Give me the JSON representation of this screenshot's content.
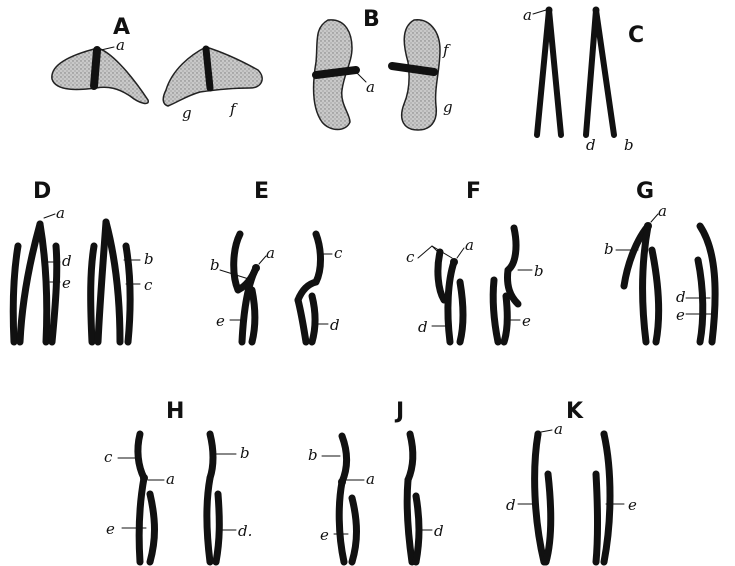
{
  "panels": [
    {
      "id": "A",
      "labels": [
        "a",
        "g",
        "f"
      ]
    },
    {
      "id": "B",
      "labels": [
        "a",
        "f",
        "g"
      ]
    },
    {
      "id": "C",
      "labels": [
        "a",
        "d",
        "b"
      ]
    },
    {
      "id": "D",
      "labels": [
        "a",
        "d",
        "e",
        "b",
        "c"
      ]
    },
    {
      "id": "E",
      "labels": [
        "a",
        "b",
        "c",
        "e",
        "d"
      ]
    },
    {
      "id": "F",
      "labels": [
        "a",
        "c",
        "b",
        "d",
        "e"
      ]
    },
    {
      "id": "G",
      "labels": [
        "a",
        "b",
        "d",
        "e"
      ]
    },
    {
      "id": "H",
      "labels": [
        "c",
        "a",
        "b",
        "e",
        "d."
      ]
    },
    {
      "id": "J",
      "labels": [
        "b",
        "a",
        "e",
        "d"
      ]
    },
    {
      "id": "K",
      "labels": [
        "a",
        "d",
        "e"
      ]
    }
  ],
  "colors": {
    "ink": "#111111",
    "stipple": "#b3b3b3"
  }
}
